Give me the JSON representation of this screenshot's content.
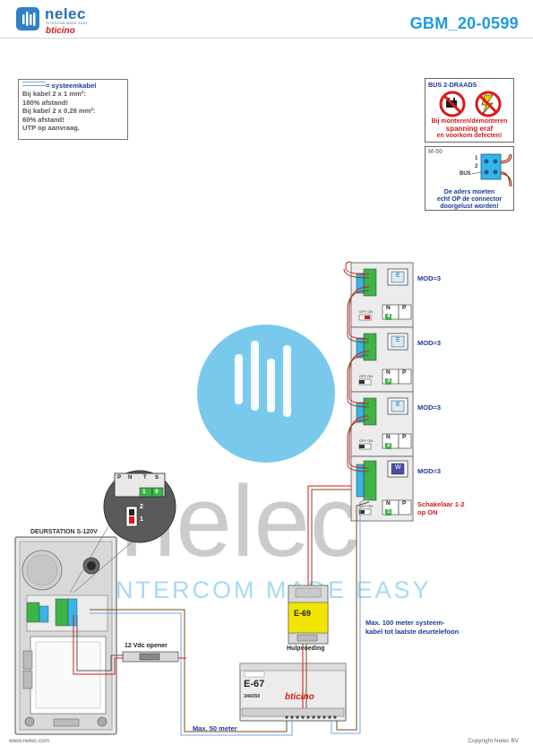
{
  "header": {
    "logo_name": "nelec",
    "logo_tagline": "INTERCOM MADE EASY",
    "logo_brand": "bticino",
    "doc_code": "GBM_20-0599"
  },
  "cable_note": {
    "title": "= systeemkabel",
    "lines": [
      "Bij kabel 2 x 1 mm²:",
      "180% afstand!",
      "Bij kabel 2 x 0,28 mm²:",
      "60% afstand!",
      "UTP op aanvraag."
    ]
  },
  "warning_bus": {
    "title": "BUS 2-DRAADS",
    "line1": "Bij monteren/demonteren",
    "line2": "spanning eraf",
    "line3": "en voorkom defecten!"
  },
  "warning_connector": {
    "title": "M-50",
    "terminal_1": "1",
    "terminal_2": "2",
    "bus_label": "BUS",
    "line1": "De aders moeten",
    "line2": "echt OP de connector",
    "line3": "doorgelust worden!"
  },
  "watermark": {
    "word": "nelec",
    "tagline": "INTERCOM MADE EASY"
  },
  "door_station": {
    "title": "DEURSTATION S-120V",
    "detail_labels": [
      "P",
      "N",
      "T",
      "S"
    ],
    "detail_value_n": "1",
    "detail_value_s": "9",
    "switch_2": "2",
    "switch_1": "1"
  },
  "door_opener_label": "12 Vdc opener",
  "monitors": [
    {
      "mod": "MOD=3",
      "n_value": "4",
      "screen": "E",
      "switch": "OFF ON"
    },
    {
      "mod": "MOD=3",
      "n_value": "3",
      "screen": "E",
      "switch": "OFF ON"
    },
    {
      "mod": "MOD=3",
      "n_value": "2",
      "screen": "E",
      "switch": "OFF ON"
    },
    {
      "mod": "MOD=3",
      "n_value": "1",
      "screen": "W",
      "switch": "OFF ON"
    }
  ],
  "np_labels": [
    "N",
    "P"
  ],
  "switch_note": [
    "Schakelaar 1-2",
    "op ON"
  ],
  "power_supply": {
    "model": "E-69",
    "label": "Hulpvoeding"
  },
  "controller": {
    "model": "E-67",
    "code": "346050",
    "brand": "bticino"
  },
  "distance_system": [
    "Max. 100 meter systeem-",
    "kabel tot laatste deurtelefoon"
  ],
  "distance_door": "Max. 50 meter",
  "footer": {
    "left": "www.nelec.com",
    "right": "Copyright Nelec BV"
  },
  "colors": {
    "brand_blue": "#1e9be0",
    "label_blue": "#1a3a9c",
    "warning_red": "#d61a1a",
    "terminal_green": "#3cb44a",
    "terminal_cyan": "#36b5e6",
    "watermark_circle": "#62c0ea"
  }
}
